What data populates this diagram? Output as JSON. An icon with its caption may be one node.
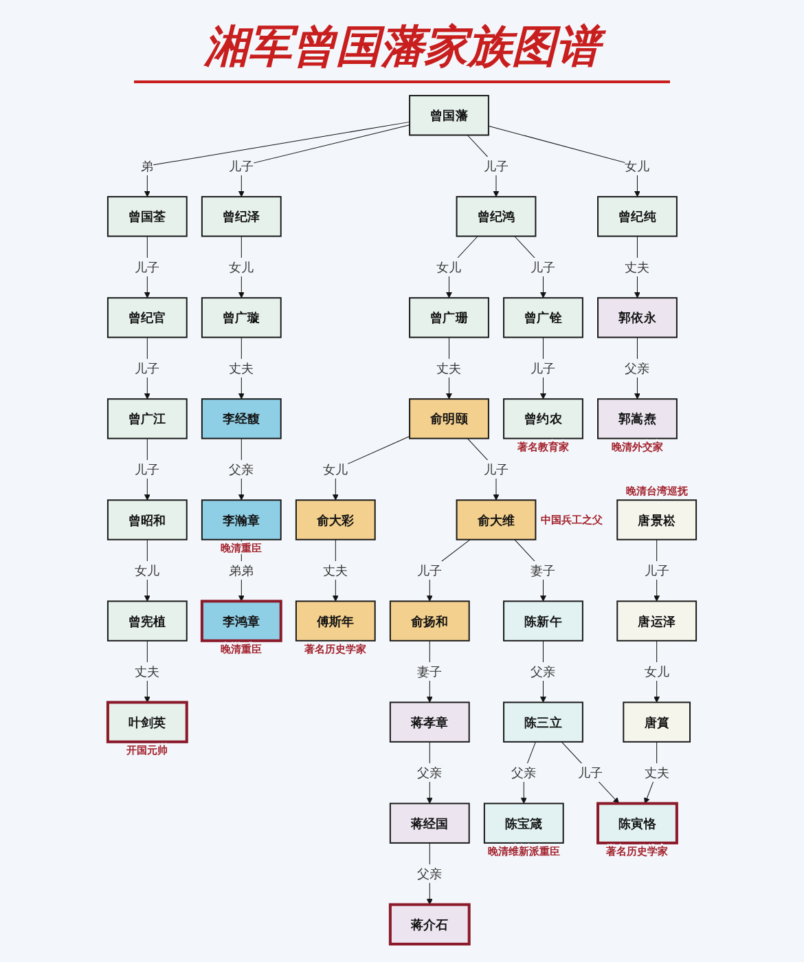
{
  "diagram": {
    "title": "湘军曾国藩家族图谱",
    "nodes": [
      {
        "text": [
          "曾国藩"
        ]
      },
      {
        "text": [
          "曾国荃"
        ]
      },
      {
        "text": [
          "曾纪泽"
        ]
      },
      {
        "text": [
          "曾纪鸿"
        ]
      },
      {
        "text": [
          "曾纪纯"
        ]
      },
      {
        "text": [
          "曾纪官"
        ]
      },
      {
        "text": [
          "曾广璇"
        ]
      },
      {
        "text": [
          "曾广珊"
        ]
      },
      {
        "text": [
          "曾广铨"
        ]
      },
      {
        "text": [
          "郭依永"
        ]
      },
      {
        "text": [
          "曾广江"
        ]
      },
      {
        "text": [
          "李经馥"
        ]
      },
      {
        "text": [
          "俞明颐"
        ]
      },
      {
        "text": [
          "曾约农"
        ],
        "beside": [
          "著名教育家"
        ]
      },
      {
        "text": [
          "郭嵩焘"
        ],
        "beside": [
          "晚清外交家"
        ]
      },
      {
        "text": [
          "曾昭和"
        ]
      },
      {
        "text": [
          "曾宪植"
        ]
      },
      {
        "text": [
          "李瀚章"
        ],
        "beside": [
          "晚清重臣"
        ]
      },
      {
        "text": [
          "俞大彩"
        ]
      },
      {
        "text": [
          "俞大维"
        ],
        "beside": [
          "中国兵工之父"
        ]
      },
      {
        "text": [
          "叶剑英"
        ],
        "beside": [
          "开国元帅"
        ]
      },
      {
        "text": [
          "傅斯年"
        ],
        "beside": [
          "著名历史学家"
        ]
      },
      {
        "text": [
          "俞扬和"
        ]
      },
      {
        "text": [
          "陈新午"
        ]
      },
      {
        "text": [
          "李鸿章"
        ],
        "beside": [
          "晚清重臣"
        ]
      },
      {
        "text": [
          "唐景崧"
        ],
        "beside": [
          "晚清台湾巡抚"
        ]
      },
      {
        "text": [
          "蒋孝章"
        ]
      },
      {
        "text": [
          "陈三立"
        ]
      },
      {
        "text": [
          "唐运泽"
        ]
      },
      {
        "text": [
          "蒋经国"
        ]
      },
      {
        "text": [
          "蒋介石"
        ]
      },
      {
        "text": [
          "陈宝箴"
        ],
        "beside": [
          "晚清维新派重臣"
        ]
      },
      {
        "text": [
          "陈寅恪"
        ],
        "beside": [
          "著名历史学家"
        ]
      },
      {
        "text": [
          "唐篔"
        ]
      }
    ],
    "edges": [
      {
        "from": 0,
        "to": 1,
        "arrow": "to",
        "label": "弟"
      },
      {
        "from": 0,
        "to": 2,
        "arrow": "to",
        "label": "儿子"
      },
      {
        "from": 0,
        "to": 3,
        "arrow": "to",
        "label": "儿子"
      },
      {
        "from": 0,
        "to": 4,
        "arrow": "to",
        "label": "女儿"
      },
      {
        "from": 1,
        "to": 5,
        "arrow": "to",
        "label": "儿子"
      },
      {
        "from": 2,
        "to": 6,
        "arrow": "to",
        "label": "女儿"
      },
      {
        "from": 6,
        "to": 11,
        "arrow": "to",
        "label": "丈夫"
      },
      {
        "from": 11,
        "to": 17,
        "arrow": "to",
        "label": "父亲"
      },
      {
        "from": 17,
        "to": 24,
        "arrow": "to",
        "label": "弟弟"
      },
      {
        "from": 3,
        "to": 7,
        "arrow": "to",
        "label": "女儿"
      },
      {
        "from": 3,
        "to": 8,
        "arrow": "to",
        "label": "儿子"
      },
      {
        "from": 7,
        "to": 12,
        "arrow": "to",
        "label": "丈夫"
      },
      {
        "from": 8,
        "to": 13,
        "arrow": "to",
        "label": "儿子"
      },
      {
        "from": 4,
        "to": 9,
        "arrow": "to",
        "label": "丈夫"
      },
      {
        "from": 9,
        "to": 14,
        "arrow": "to",
        "label": "父亲"
      },
      {
        "from": 5,
        "to": 10,
        "arrow": "to",
        "label": "儿子"
      },
      {
        "from": 10,
        "to": 15,
        "arrow": "to",
        "label": "儿子"
      },
      {
        "from": 15,
        "to": 16,
        "arrow": "to",
        "label": "女儿"
      },
      {
        "from": 16,
        "to": 20,
        "arrow": "to",
        "label": "丈夫"
      },
      {
        "from": 12,
        "to": 18,
        "arrow": "to",
        "label": "女儿"
      },
      {
        "from": 12,
        "to": 19,
        "arrow": "to",
        "label": "儿子"
      },
      {
        "from": 18,
        "to": 21,
        "arrow": "to",
        "label": "丈夫"
      },
      {
        "from": 19,
        "to": 22,
        "arrow": "to",
        "label": "儿子"
      },
      {
        "from": 19,
        "to": 23,
        "arrow": "to",
        "label": "妻子"
      },
      {
        "from": 22,
        "to": 26,
        "arrow": "to",
        "label": "妻子"
      },
      {
        "from": 26,
        "to": 29,
        "arrow": "to",
        "label": "父亲"
      },
      {
        "from": 29,
        "to": 30,
        "arrow": "to",
        "label": "父亲"
      },
      {
        "from": 23,
        "to": 27,
        "arrow": "to",
        "label": "父亲"
      },
      {
        "from": 27,
        "to": 31,
        "arrow": "to",
        "label": "父亲"
      },
      {
        "from": 27,
        "to": 32,
        "arrow": "to",
        "label": "儿子"
      },
      {
        "from": 25,
        "to": 28,
        "arrow": "to",
        "label": "儿子"
      },
      {
        "from": 28,
        "to": 33,
        "arrow": "to",
        "label": "女儿"
      },
      {
        "from": 33,
        "to": 32,
        "arrow": "to",
        "label": "丈夫"
      }
    ]
  }
}
